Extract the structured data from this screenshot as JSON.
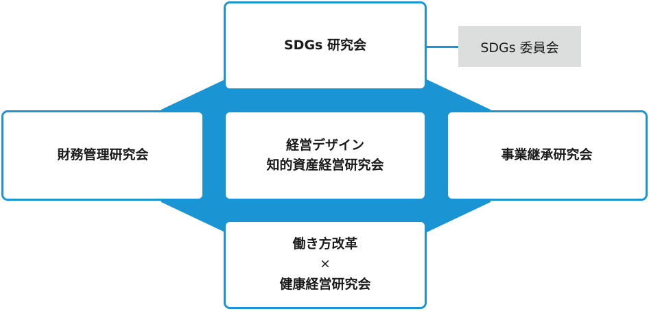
{
  "colors": {
    "accent": "#1a94d3",
    "box_fill": "#ffffff",
    "committee_fill": "#dcdddd",
    "text": "#1a1a1a"
  },
  "nodes": {
    "top": {
      "label": "SDGs 研究会"
    },
    "left": {
      "label": "財務管理研究会"
    },
    "center": {
      "line1": "経営デザイン",
      "line2": "知的資産経営研究会"
    },
    "right": {
      "label": "事業継承研究会"
    },
    "bottom": {
      "line1": "働き方改革",
      "line2": "×",
      "line3": "健康経営研究会"
    }
  },
  "committee": {
    "label": "SDGs 委員会"
  }
}
